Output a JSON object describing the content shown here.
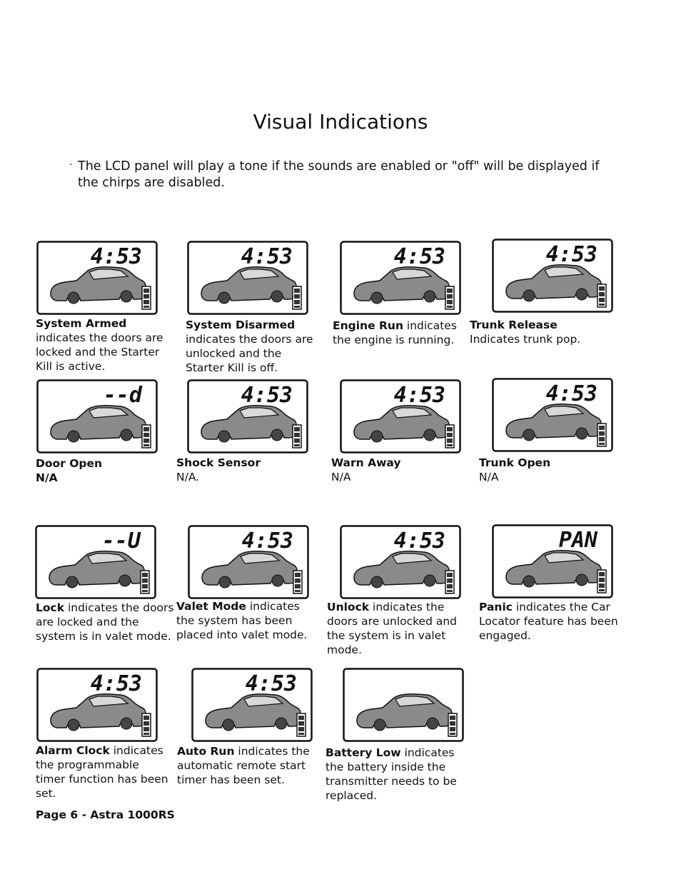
{
  "title": "Visual Indications",
  "intro": "The LCD panel will play a tone if the sounds are enabled or \"off\" will be displayed if the chirps are disabled.",
  "bullet": "·",
  "footer": "Page 6  -  Astra 1000RS",
  "panels": [
    {
      "display": "4:53",
      "name": "System Armed",
      "desc": " indicates the doors are locked and the Starter Kill is active."
    },
    {
      "display": "4:53",
      "name": "System Disarmed",
      "desc": " indicates the doors are unlocked and the Starter Kill is off."
    },
    {
      "display": "4:53",
      "name": "Engine Run",
      "desc": " indicates the engine is running."
    },
    {
      "display": "4:53",
      "name": "Trunk Release",
      "desc": "Indicates trunk pop."
    },
    {
      "display": "--d",
      "name": "Door Open",
      "desc": "N/A"
    },
    {
      "display": "4:53",
      "name": "Shock Sensor",
      "desc": " N/A."
    },
    {
      "display": "4:53",
      "name": "Warn Away",
      "desc": "N/A"
    },
    {
      "display": "4:53",
      "name": "Trunk Open",
      "desc": "N/A"
    },
    {
      "display": "--U",
      "name": "Lock",
      "desc": " indicates the doors are locked and the system is in valet mode."
    },
    {
      "display": "4:53",
      "name": "Valet Mode",
      "desc": " indicates the system has been placed into valet mode."
    },
    {
      "display": "4:53",
      "name": "Unlock",
      "desc": " indicates the doors are unlocked and the system is in valet mode."
    },
    {
      "display": "PAN",
      "name": "Panic",
      "desc": " indicates the Car Locator feature has been engaged."
    },
    {
      "display": "4:53",
      "name": "Alarm Clock",
      "desc": " indicates the programmable timer function has been set."
    },
    {
      "display": "4:53",
      "name": "Auto Run",
      "desc": " indicates the automatic remote start timer has been set."
    },
    {
      "display": "",
      "name": "Battery Low",
      "desc": " indicates the battery inside the transmitter needs to be replaced."
    }
  ]
}
